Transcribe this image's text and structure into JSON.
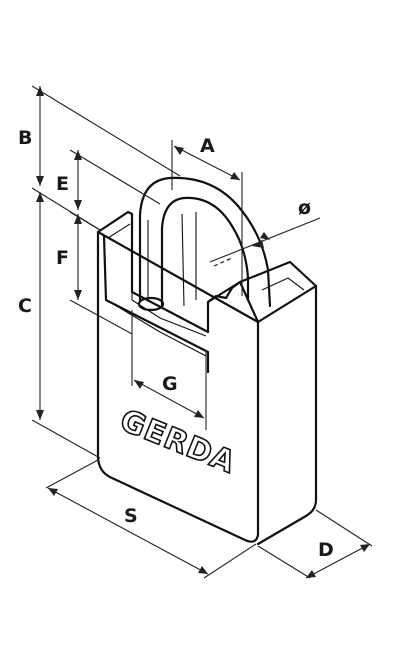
{
  "brand": "GERDA",
  "dimensions": {
    "A": "A",
    "B": "B",
    "C": "C",
    "D": "D",
    "E": "E",
    "F": "F",
    "G": "G",
    "S": "S",
    "diameter": "ø"
  },
  "colors": {
    "stroke": "#111111",
    "background": "#ffffff"
  }
}
